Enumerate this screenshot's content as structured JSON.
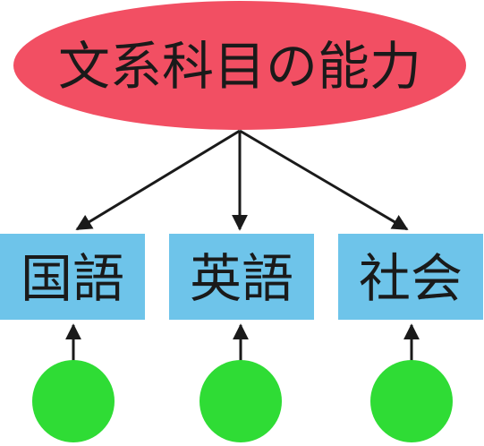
{
  "diagram": {
    "root": {
      "label": "文系科目の能力",
      "color": "#f24f63"
    },
    "subjects": [
      {
        "label": "国語"
      },
      {
        "label": "英語"
      },
      {
        "label": "社会"
      }
    ],
    "colors": {
      "subject_box": "#6ec4ea",
      "input_circle": "#2fdc35",
      "arrow": "#1a1a1a"
    }
  }
}
